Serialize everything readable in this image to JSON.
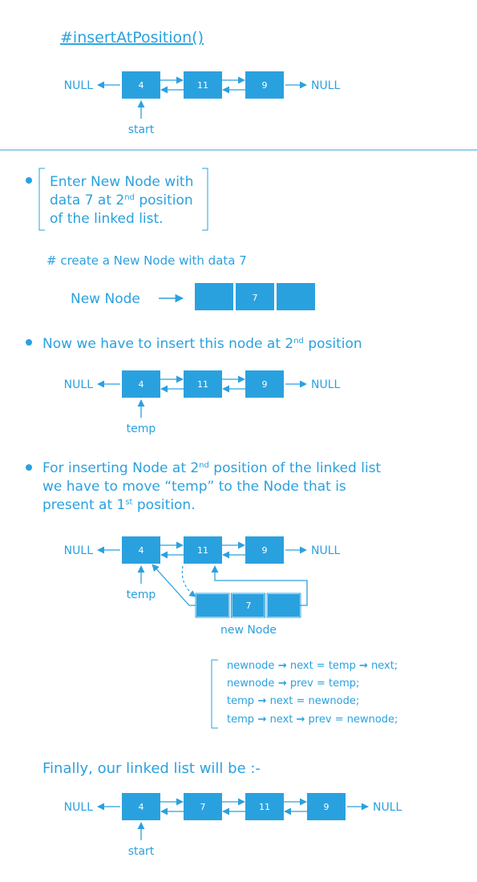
{
  "title": "#insertAtPosition()",
  "colors": {
    "accent": "#2aa1df",
    "rule": "#2aa1df",
    "node_text": "#ffffff"
  },
  "null_label": "NULL",
  "diagram1": {
    "nodes": [
      "4",
      "11",
      "9"
    ],
    "pointer": "start"
  },
  "step1": {
    "lines": [
      "Enter  New Node with",
      "data 7 at 2",
      "position",
      "of the linked list."
    ],
    "sup": "nd"
  },
  "create_heading": "# create a New Node with data 7",
  "new_node": {
    "label": "New Node",
    "value": "7"
  },
  "step2": {
    "text_a": "Now we have to insert this node at 2",
    "sup": "nd",
    "text_b": "position"
  },
  "diagram2": {
    "nodes": [
      "4",
      "11",
      "9"
    ],
    "pointer": "temp"
  },
  "step3": {
    "line1_a": "For inserting Node at 2",
    "line1_sup": "nd",
    "line1_b": "position of the linked list",
    "line2": "we have to move “temp” to the Node that is",
    "line3_a": "present at 1",
    "line3_sup": "st",
    "line3_b": "position."
  },
  "diagram3": {
    "nodes": [
      "4",
      "11",
      "9"
    ],
    "pointer": "temp",
    "new_node_value": "7",
    "new_node_label": "new Node"
  },
  "code": {
    "arrow": "→",
    "lines": [
      [
        "newnode",
        " next = temp ",
        " next;"
      ],
      [
        "newnode",
        " prev = temp;"
      ],
      [
        "temp",
        " next = newnode;"
      ],
      [
        "temp",
        " next ",
        " prev = newnode;"
      ]
    ]
  },
  "final_heading": "Finally, our linked list will be :-",
  "diagram4": {
    "nodes": [
      "4",
      "7",
      "11",
      "9"
    ],
    "pointer": "start"
  }
}
